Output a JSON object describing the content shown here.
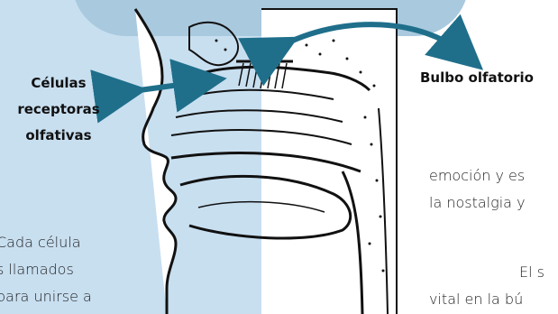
{
  "labels": {
    "cells_line1": "Células",
    "cells_line2": "receptoras",
    "cells_line3": "olfativas",
    "bulb": "Bulbo olfatorio"
  },
  "left_text": {
    "line1": "Cada célula",
    "line2": "s llamados",
    "line3": "para unirse a"
  },
  "right_text": {
    "line1": "emoción y es",
    "line2": "la nostalgia y",
    "line3": "El s",
    "line4": "vital en la bú"
  },
  "colors": {
    "panel": "#c8dff0",
    "bubble": "#a9c9de",
    "arrow": "#1f6f8b"
  }
}
